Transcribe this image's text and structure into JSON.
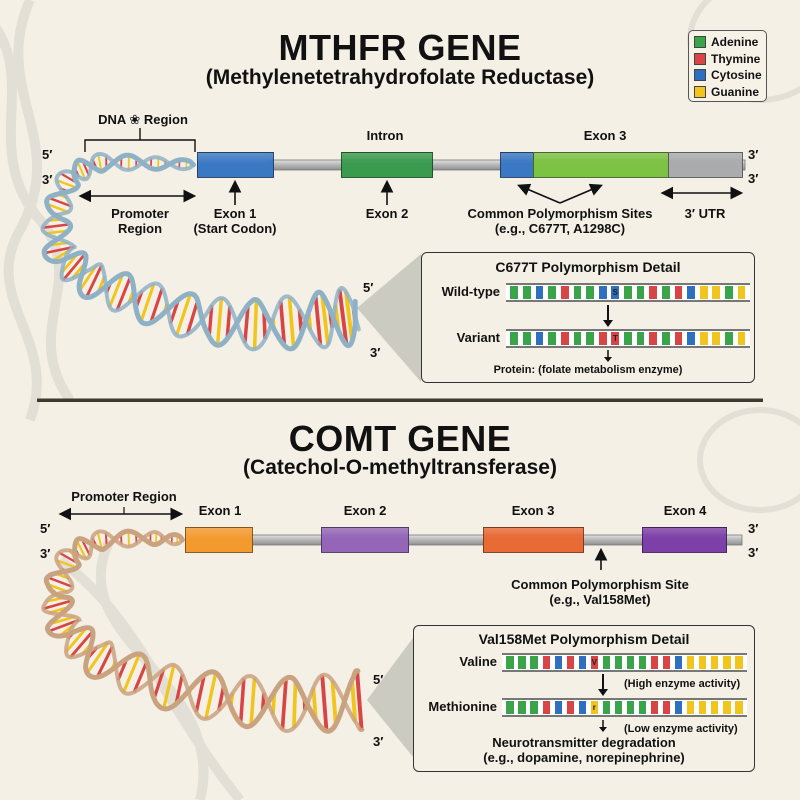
{
  "legend": {
    "items": [
      {
        "label": "Adenine",
        "color": "#3aa44a"
      },
      {
        "label": "Thymine",
        "color": "#d94444"
      },
      {
        "label": "Cytosine",
        "color": "#2f6fbf"
      },
      {
        "label": "Guanine",
        "color": "#f2c51e"
      }
    ]
  },
  "mthfr": {
    "title": "MTHFR GENE",
    "subtitle": "(Methylenetetrahydrofolate Reductase)",
    "dna_region_label": "DNA ❀ Region",
    "five_prime": "5′",
    "three_prime": "3′",
    "promoter_label_1": "Promoter",
    "promoter_label_2": "Region",
    "exon1_label_1": "Exon 1",
    "exon1_label_2": "(Start Codon)",
    "intron_label": "Intron",
    "exon2_label": "Exon 2",
    "exon3_label": "Exon 3",
    "poly_label_1": "Common Polymorphism Sites",
    "poly_label_2": "(e.g., C677T, A1298C)",
    "utr_label": "3′ UTR",
    "end_3_top": "3′",
    "end_3_bottom": "3′",
    "helix_5": "5′",
    "helix_3": "3′",
    "segment_colors": {
      "exon1": "#3a78c4",
      "exon2": "#3a9a4e",
      "exon3a": "#3a78c4",
      "exon3b": "#7cc243",
      "utr": "#a9abad"
    },
    "detail": {
      "title": "C677T Polymorphism Detail",
      "row1_label": "Wild-type",
      "row2_label": "Variant",
      "row1_bases": [
        "A",
        "A",
        "C",
        "A",
        "T",
        "A",
        "A",
        "C",
        "C",
        "A",
        "A",
        "T",
        "A",
        "T",
        "C",
        "G",
        "G",
        "A",
        "G"
      ],
      "row1_marks": {
        "8": "S"
      },
      "row2_bases": [
        "A",
        "A",
        "C",
        "A",
        "T",
        "A",
        "A",
        "T",
        "T",
        "A",
        "A",
        "T",
        "A",
        "T",
        "C",
        "G",
        "G",
        "A",
        "G"
      ],
      "row2_marks": {
        "8": "T"
      },
      "footer": "Protein: (folate metabolism enzyme)"
    }
  },
  "comt": {
    "title": "COMT GENE",
    "subtitle": "(Catechol-O-methyltransferase)",
    "promoter_label": "Promoter Region",
    "five_prime": "5′",
    "three_prime": "3′",
    "exon1_label": "Exon 1",
    "exon2_label": "Exon 2",
    "exon3_label": "Exon 3",
    "exon4_label": "Exon 4",
    "poly_label_1": "Common Polymorphism Site",
    "poly_label_2": "(e.g., Val158Met)",
    "end_3_top": "3′",
    "end_3_bottom": "3′",
    "helix_5": "5′",
    "helix_3": "3′",
    "segment_colors": {
      "exon1": "#f39a2e",
      "exon2": "#9566b8",
      "exon3": "#e86a35",
      "exon4": "#7d3fa8"
    },
    "detail": {
      "title": "Val158Met Polymorphism Detail",
      "row1_label": "Valine",
      "row2_label": "Methionine",
      "row1_bases": [
        "A",
        "A",
        "A",
        "T",
        "C",
        "T",
        "C",
        "T",
        "A",
        "A",
        "A",
        "A",
        "T",
        "T",
        "C",
        "G",
        "G",
        "G",
        "G",
        "G"
      ],
      "row1_marks": {
        "7": "V"
      },
      "row2_bases": [
        "A",
        "A",
        "A",
        "T",
        "C",
        "T",
        "C",
        "G",
        "A",
        "A",
        "A",
        "A",
        "T",
        "T",
        "C",
        "G",
        "G",
        "G",
        "G",
        "G"
      ],
      "row2_marks": {
        "7": "r"
      },
      "row1_note": "(High enzyme activity)",
      "row2_note": "(Low enzyme activity)",
      "footer_1": "Neurotransmitter degradation",
      "footer_2": "(e.g., dopamine, norepinephrine)"
    }
  }
}
